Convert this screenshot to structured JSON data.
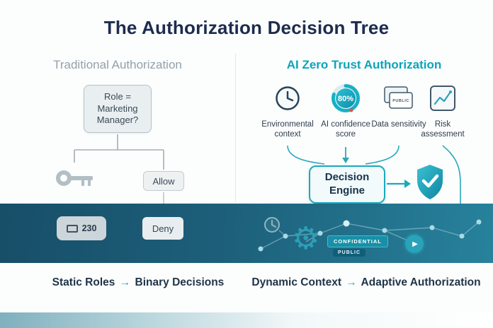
{
  "title": "The Authorization Decision Tree",
  "left": {
    "heading": "Traditional Authorization",
    "role_node": "Role = Marketing Manager?",
    "allow_label": "Allow",
    "deny_label": "Deny",
    "badge_value": "230",
    "footer": {
      "prefix": "Static Roles",
      "arrow": "→",
      "suffix": "Binary Decisions"
    }
  },
  "right": {
    "heading": "AI Zero Trust Authorization",
    "inputs": [
      {
        "icon": "clock-icon",
        "label": "Environmental context"
      },
      {
        "icon": "confidence-gauge-icon",
        "label": "AI confidence score",
        "value": "80%"
      },
      {
        "icon": "data-cards-icon",
        "label": "Data sensitivity",
        "tag": "PUBLIC"
      },
      {
        "icon": "risk-chart-icon",
        "label": "Risk assessment"
      }
    ],
    "engine_label": "Decision Engine",
    "band_tags": [
      "CONFIDENTIAL",
      "PUBLIC"
    ],
    "footer": {
      "prefix": "Dynamic Context",
      "arrow": "→",
      "suffix": "Adaptive Authorization"
    }
  },
  "glyphs": {
    "gear": "⚙",
    "play": "▶"
  },
  "colors": {
    "accent_teal": "#14a5ba",
    "navy": "#1d2c4e",
    "band_dark": "#174e68",
    "band_light": "#27829c"
  }
}
